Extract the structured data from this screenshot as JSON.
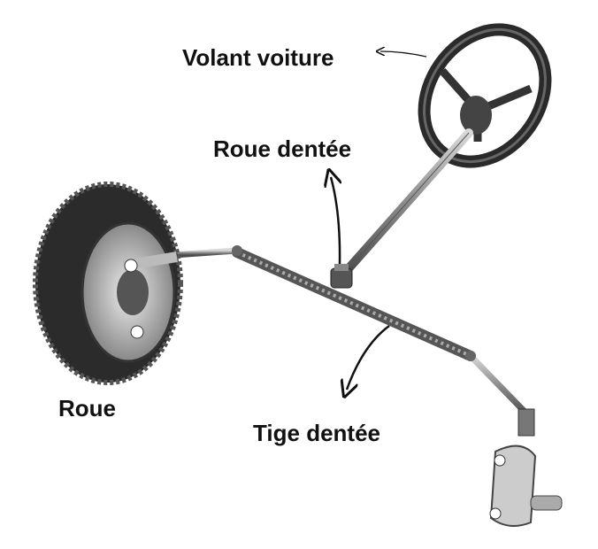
{
  "labels": {
    "steering_wheel": "Volant voiture",
    "gear_wheel": "Roue dentée",
    "wheel": "Roue",
    "rack": "Tige dentée"
  },
  "colors": {
    "text": "#111111",
    "metal": "#8a8a8a",
    "dark": "#2a2a2a"
  }
}
